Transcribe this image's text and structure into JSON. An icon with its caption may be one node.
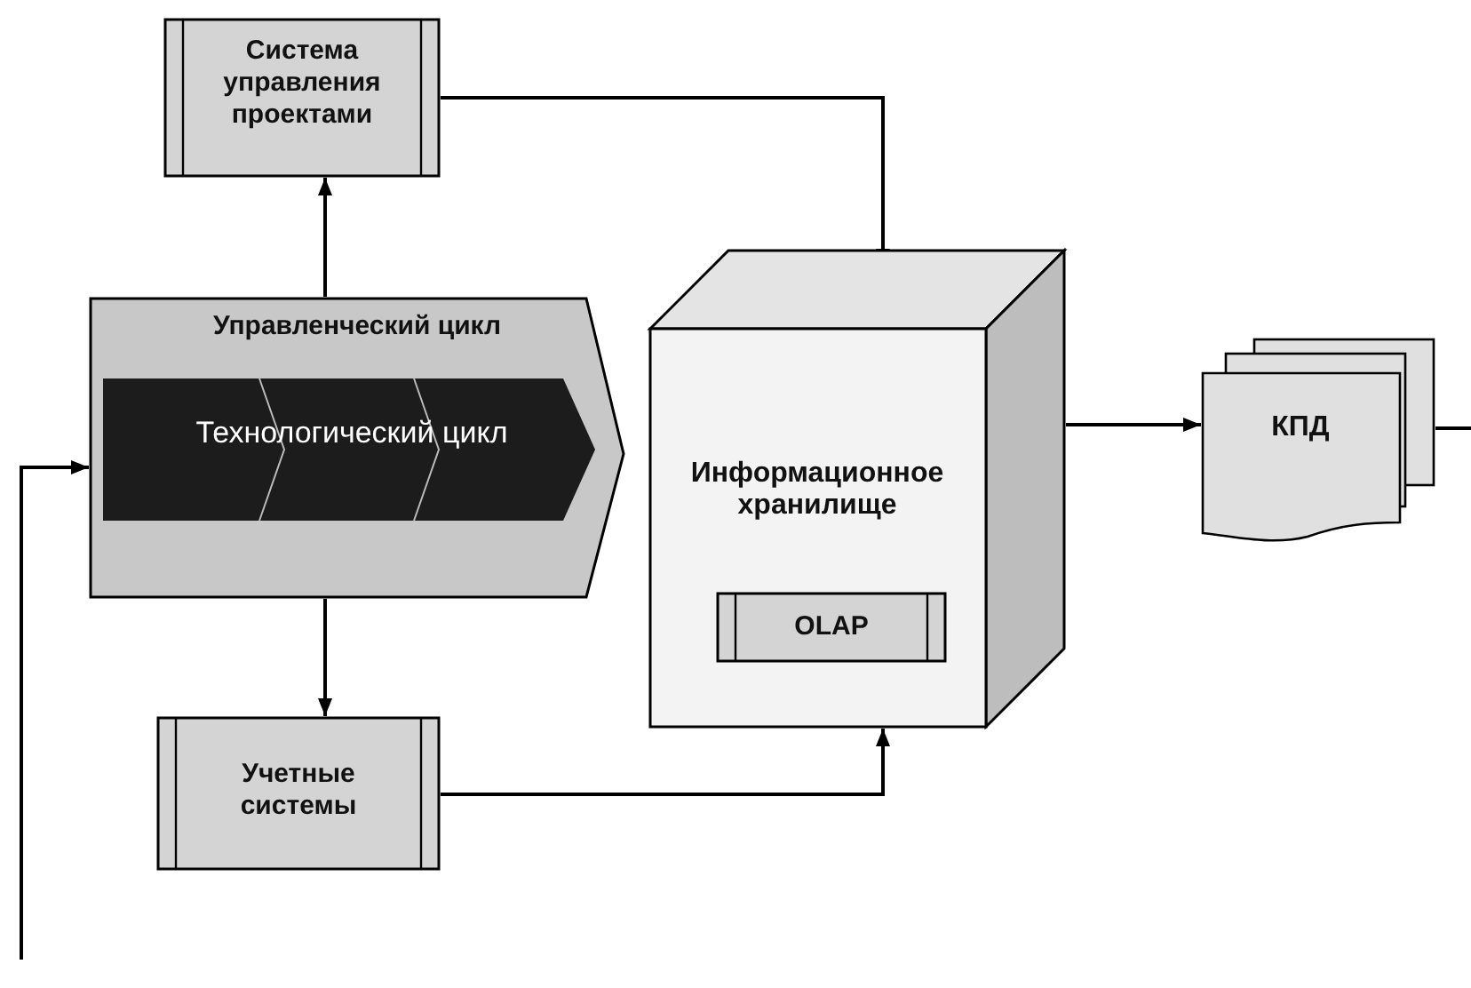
{
  "diagram": {
    "nodes": [
      {
        "text": [
          "Система управления проектами"
        ]
      },
      {
        "text": [
          "Управленческий цикл"
        ]
      },
      {
        "text": [
          "Технологический цикл"
        ],
        "in": 1
      },
      {
        "text": [
          "Информационное хранилище"
        ]
      },
      {
        "text": [
          "OLAP"
        ],
        "in": 3
      },
      {
        "text": [
          "Учетные системы"
        ]
      },
      {
        "text": [
          "КПД"
        ]
      }
    ],
    "edges": [
      {
        "from": 1,
        "to": 0,
        "arrow": "to"
      },
      {
        "from": 0,
        "to": 3,
        "arrow": "to"
      },
      {
        "from": 1,
        "to": 5,
        "arrow": "to"
      },
      {
        "from": 5,
        "to": 3,
        "arrow": "to"
      },
      {
        "from": 3,
        "to": 6,
        "arrow": "to"
      },
      {
        "from": 6,
        "to": null,
        "arrow": "none"
      },
      {
        "from": null,
        "to": 1,
        "arrow": "to"
      }
    ]
  }
}
